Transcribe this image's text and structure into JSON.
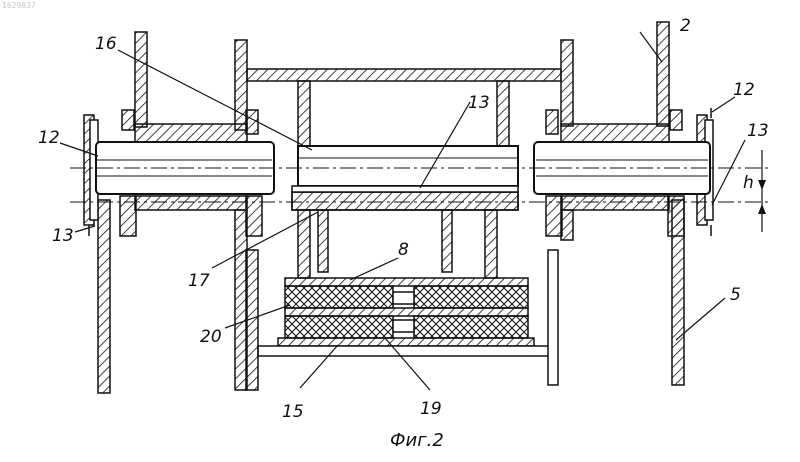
{
  "watermark": "1629837",
  "caption": "Фиг.2",
  "labels": {
    "l16": "16",
    "l2": "2",
    "l12_left": "12",
    "l12_right": "12",
    "l13_top": "13",
    "l13_right": "13",
    "l13_left": "13",
    "l17": "17",
    "l8": "8",
    "l20": "20",
    "l15": "15",
    "l19": "19",
    "l5": "5",
    "lh": "h"
  }
}
